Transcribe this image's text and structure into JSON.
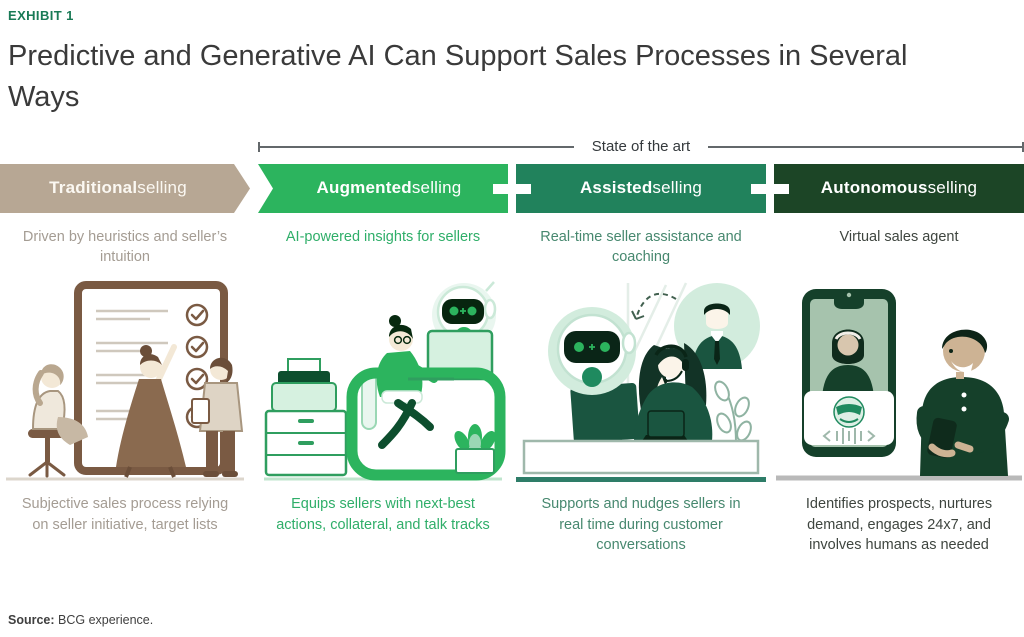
{
  "exhibit_label": "EXHIBIT 1",
  "title": "Predictive and Generative AI Can Support Sales Processes in Several Ways",
  "bracket": {
    "label": "State of the art"
  },
  "columns": [
    {
      "id": "traditional",
      "banner_bold": "Traditional",
      "banner_rest": " selling",
      "banner_color": "#B7A794",
      "text_color": "#A49C93",
      "subtitle": "Driven by heuristics and seller’s intuition",
      "caption": "Subjective sales process relying on seller initiative, target lists",
      "illustration": "people-reviewing-checklist-board"
    },
    {
      "id": "augmented",
      "banner_bold": "Augmented",
      "banner_rest": " selling",
      "banner_color": "#2CB45E",
      "text_color": "#2FAE69",
      "subtitle": "AI-powered insights for sellers",
      "caption": "Equips sellers with next-best actions, collateral, and talk tracks",
      "illustration": "seller-at-desk-with-ai-robot"
    },
    {
      "id": "assisted",
      "banner_bold": "Assisted",
      "banner_rest": " selling",
      "banner_color": "#21825C",
      "text_color": "#47886F",
      "subtitle": "Real-time seller assistance and coaching",
      "caption": "Supports and nudges sellers in real time during customer conversations",
      "illustration": "robot-coaching-seller-on-customer-call"
    },
    {
      "id": "autonomous",
      "banner_bold": "Autonomous",
      "banner_rest": " selling",
      "banner_color": "#1C4526",
      "text_color": "#3E453F",
      "subtitle": "Virtual sales agent",
      "caption": "Identifies prospects, nurtures demand, engages 24x7, and involves humans as needed",
      "illustration": "customer-chatting-with-virtual-agent-phone"
    }
  ],
  "source": {
    "label": "Source:",
    "text": " BCG experience."
  },
  "colors": {
    "exhibit_green": "#197A56",
    "title_text": "#3A3A3A",
    "bracket_line": "#63686B",
    "plus_connector": "#FFFFFF",
    "source_text": "#3F3F3F"
  }
}
